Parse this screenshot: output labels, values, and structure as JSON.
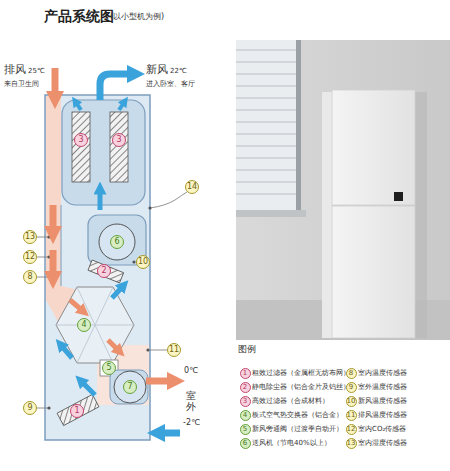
{
  "diagram": {
    "title": "产品系统图",
    "labels": [
      "(以小型机为例)",
      "排风",
      "25℃",
      "来自卫生间",
      "新风",
      "22℃",
      "进入卧室、客厅",
      "3",
      "3",
      "14",
      "13",
      "12",
      "8",
      "6",
      "2",
      "10",
      "4",
      "11",
      "5",
      "7",
      "0℃",
      "室外",
      "9",
      "1",
      "-2℃",
      "图例",
      "1",
      "2",
      "3",
      "4",
      "5",
      "6",
      "8",
      "9",
      "10",
      "11",
      "12",
      "13"
    ],
    "legend": [
      {
        "text": "粗效过滤器（金属框无纺布网）"
      },
      {
        "text": "静电除尘器（铝合金片及钨丝）"
      },
      {
        "text": "高效过滤器（合成材料）"
      },
      {
        "text": "板式空气热交换器（铝合金）"
      },
      {
        "text": "新风旁通阀（过渡季自动开）"
      },
      {
        "text": "送风机（节电40%以上）"
      },
      {
        "text": "室内温度传感器"
      },
      {
        "text": "室外温度传感器"
      },
      {
        "text": "新风温度传感器"
      },
      {
        "text": "排风温度传感器"
      },
      {
        "text": "室内CO₂传感器"
      },
      {
        "text": "室内湿度传感器"
      }
    ]
  }
}
